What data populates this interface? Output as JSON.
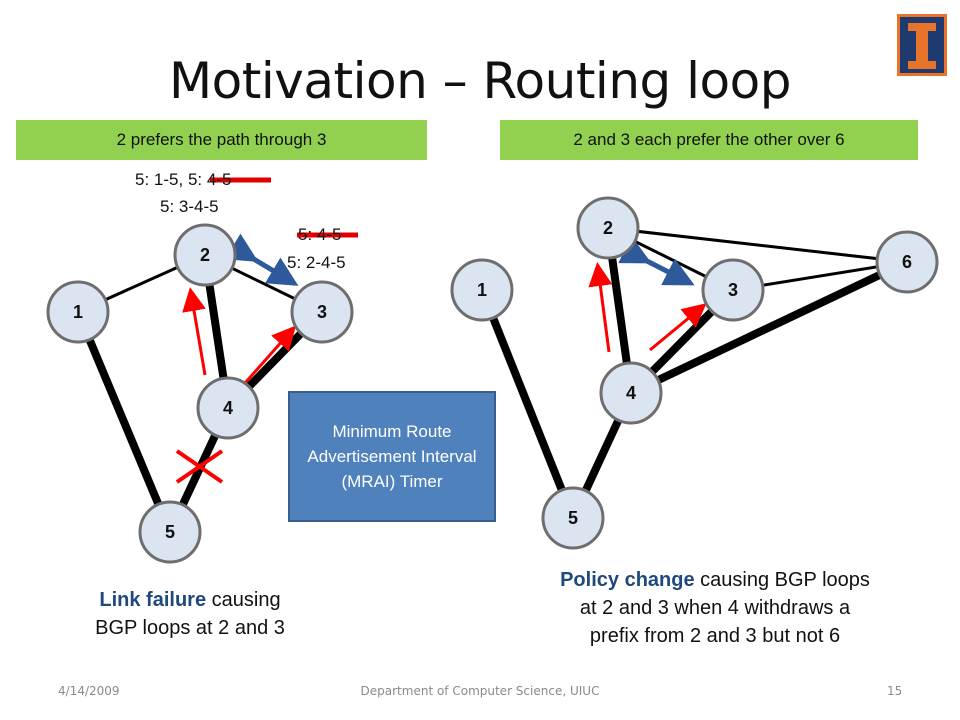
{
  "slide": {
    "title": "Motivation – Routing loop",
    "logo_icon": "university-i-logo"
  },
  "left_panel": {
    "banner": "2 prefers the path through 3",
    "route_2_line1_a": "5: 1-5,",
    "route_2_line1_b": "5: 4-5",
    "route_2_line2": "5: 3-4-5",
    "route_3_line1": "5: 4-5",
    "route_3_line2": "5: 2-4-5",
    "caption_bold": "Link failure",
    "caption_rest_1": "causing",
    "caption_line2": "BGP loops at 2 and 3",
    "nodes": [
      "1",
      "2",
      "3",
      "4",
      "5"
    ]
  },
  "right_panel": {
    "banner": "2 and 3 each prefer the other over 6",
    "caption_bold": "Policy change",
    "caption_rest_1": "causing BGP loops",
    "caption_line2": "at 2 and 3 when 4 withdraws a",
    "caption_line3": "prefix from 2 and 3 but not 6",
    "nodes": [
      "1",
      "2",
      "3",
      "4",
      "5",
      "6"
    ]
  },
  "mrai_box": {
    "text": "Minimum Route Advertisement Interval (MRAI) Timer"
  },
  "footer": {
    "date": "4/14/2009",
    "department": "Department of Computer Science, UIUC",
    "page": "15"
  },
  "colors": {
    "banner": "#92d050",
    "node_fill": "#dbe5f1",
    "node_stroke": "#6e6e6e",
    "arrow_red": "#ff0000",
    "arrow_blue": "#2e5a9c",
    "mrai_fill": "#4f81bd",
    "caption_emphasis": "#1f497d"
  }
}
